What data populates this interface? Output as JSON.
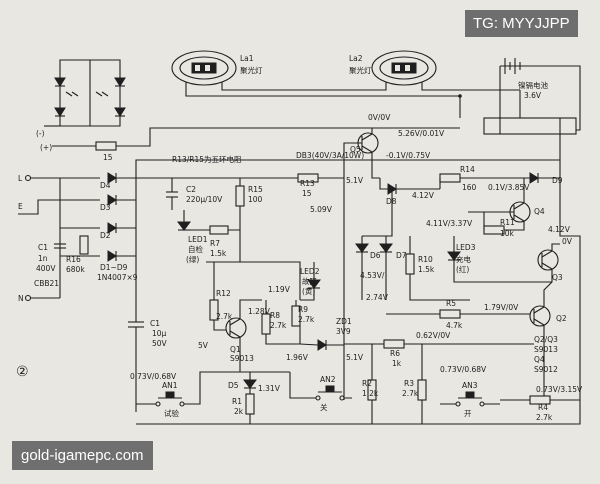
{
  "overlay": {
    "top_right": "TG: MYYJJPP",
    "bottom_left": "gold-igamepc.com"
  },
  "figure": {
    "number": "②",
    "note": "R13/R15为五环电阻"
  },
  "lamps": [
    {
      "ref": "La1",
      "name": "聚光灯"
    },
    {
      "ref": "La2",
      "name": "聚光灯"
    }
  ],
  "battery": {
    "name": "镍镉电池",
    "voltage": "3.6V"
  },
  "terminals": {
    "L": "L",
    "E": "E",
    "N": "N",
    "minus": "(-)",
    "plus": "(+)"
  },
  "components": {
    "R_15": "15",
    "C1_val": "10μ",
    "C1_v": "50V",
    "D1D9": "D1~D9",
    "D1D9_part": "1N4007×9",
    "D1": "D1",
    "D2": "D2",
    "D3": "D3",
    "D4": "D4",
    "C1": "C1",
    "C1b": "1n",
    "C1c": "400V",
    "CBB21": "CBB21",
    "R16": "R16",
    "R16v": "680k",
    "C2": "C2",
    "C2v": "220μ/10V",
    "R15": "R15",
    "R15v": "100",
    "LED1": "LED1",
    "LED1a": "自检",
    "LED1b": "(绿)",
    "R7": "R7",
    "R7v": "1.5k",
    "DB3": "DB3(40V/3A/10W)",
    "Q5": "Q5",
    "R13": "R13",
    "R13v": "15",
    "D8": "D8",
    "R14": "R14",
    "R14v": "160",
    "D9": "D9",
    "R11": "R11",
    "R11v": "10k",
    "Q4": "Q4",
    "D6": "D6",
    "D7": "D7",
    "R10": "R10",
    "R10v": "1.5k",
    "LED3": "LED3",
    "LED3a": "充电",
    "LED3b": "(红)",
    "Q3": "Q3",
    "LED2": "LED2",
    "LED2a": "故障",
    "LED2b": "(黄)",
    "R12": "R12",
    "R12v": "2.7k",
    "R8": "R8",
    "R8v": "2.7k",
    "R9": "R9",
    "R9v": "2.7k",
    "Q1": "Q1",
    "Q1v": "S9013",
    "ZD1": "ZD1",
    "ZD1v": "3V9",
    "R5": "R5",
    "R5v": "4.7k",
    "Q2": "Q2",
    "R6": "R6",
    "R6v": "1k",
    "Q2Q3": "Q2/Q3",
    "Q2Q3v": "S9013",
    "Q4b": "Q4",
    "Q4v": "S9012",
    "D5": "D5",
    "R1": "R1",
    "R1v": "2k",
    "R2": "R2",
    "R2v": "1.2k",
    "R3": "R3",
    "R3v": "2.7k",
    "R4": "R4",
    "R4v": "2.7k",
    "AN1": "AN1",
    "AN1a": "试验",
    "AN2": "AN2",
    "AN2a": "关",
    "AN3": "AN3",
    "AN3a": "开",
    "C1_main": "C1"
  },
  "voltages": {
    "v0v0v": "0V/0V",
    "v526": "5.26V/0.01V",
    "vm01": "-0.1V/0.75V",
    "v51a": "5.1V",
    "v412a": "4.12V",
    "v01_385": "0.1V/3.85V",
    "v411": "4.11V/3.37V",
    "v412b": "4.12V",
    "v0v": "0V",
    "v509": "5.09V",
    "v119": "1.19V",
    "v128": "1.28V",
    "v453": "4.53V/",
    "v274": "2.74V",
    "v179": "1.79V/0V",
    "v5v": "5V",
    "v196": "1.96V",
    "v51b": "5.1V",
    "v062": "0.62V/0V",
    "v073a": "0.73V/0.68V",
    "v073b": "0.73V/0.68V",
    "v073c": "0.73V/3.15V",
    "v131": "1.31V"
  }
}
